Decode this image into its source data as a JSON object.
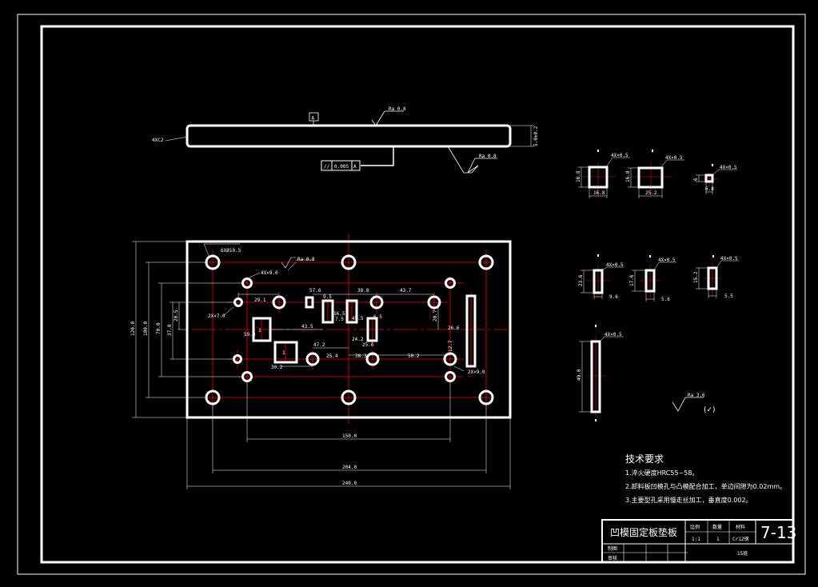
{
  "colors": {
    "background": "#000000",
    "line": "#ffffff",
    "centerline": "#ff0000",
    "dimension": "#ffffff"
  },
  "side_view": {
    "datum": "A",
    "roughness_top": "Ra 0.8",
    "roughness_bottom": "Ra 0.8",
    "chamfer": "4XC2",
    "thickness": "5.0±0.2",
    "parallelism_value": "0.005",
    "parallelism_datum": "A"
  },
  "plan_view": {
    "top_holes_note": "6XØ10.5",
    "top_roughness": "Ra 0.8",
    "hole_4x_note": "4X×9.0",
    "hole_2x_left_note": "2X×7.0",
    "hole_2x_right_note": "2X×9.0",
    "dims": {
      "overall_length": "240.0",
      "length_2": "204.0",
      "length_3": "150.0",
      "height_1": "120.0",
      "height_2": "100.0",
      "height_3": "70.0",
      "height_4": "37.0",
      "height_5": "20.5",
      "d_29_1": "29.1",
      "d_57_6": "57.6",
      "d_38_8": "38.8",
      "d_43_7": "43.7",
      "d_45_5": "45.5",
      "d_43_5": "43.5",
      "d_24_2": "24.2",
      "d_20_7": "20.7",
      "d_25_6": "25.6",
      "d_47_2": "47.2",
      "d_25_4": "25.4",
      "d_38_3": "38.3",
      "d_50_2": "50.2",
      "d_59_8": "59.8",
      "d_16_5": "16.5",
      "d_9_5": "9.5",
      "d_7_5": "7.5",
      "d_6_5": "6.5",
      "d_12_7": "12.7",
      "d_30_2": "30.2",
      "d_26_6": "26.6"
    }
  },
  "detail_views": [
    {
      "note": "4X×0.5",
      "w": "16.8",
      "h": "16.8"
    },
    {
      "note": "4X×0.5",
      "w": "25.2",
      "h": "16.8"
    },
    {
      "note": "4X×0.5",
      "w": "6.8",
      "h": "6"
    },
    {
      "note": "4X×0.5",
      "w": "9.6",
      "h": "23.6"
    },
    {
      "note": "4X×0.5",
      "w": "5.6",
      "h": "17.6"
    },
    {
      "note": "4X×0.5",
      "w": "5.5",
      "h": "15.2"
    },
    {
      "note": "4X×0.5",
      "w": "",
      "h": "49.0"
    }
  ],
  "roughness_general": "Ra 3.6",
  "roughness_general_suffix": "(✓)",
  "tech": {
    "heading": "技术要求",
    "line1": "1.淬火硬度HRC55~58。",
    "line2": "2.卸料板凹模孔与凸模配合加工，单边间隙为0.02mm。",
    "line3": "3.主要型孔采用慢走丝加工，垂直度0.002。"
  },
  "title_block": {
    "part_name": "凹模固定板垫板",
    "col1_header": "比例",
    "col2_header": "数量",
    "col3_header": "材料",
    "scale": "1:1",
    "quantity": "1",
    "material": "Cr12钢",
    "drawing_no": "7-13",
    "drawn_label": "制图",
    "checked_label": "审核",
    "school": "15班"
  }
}
